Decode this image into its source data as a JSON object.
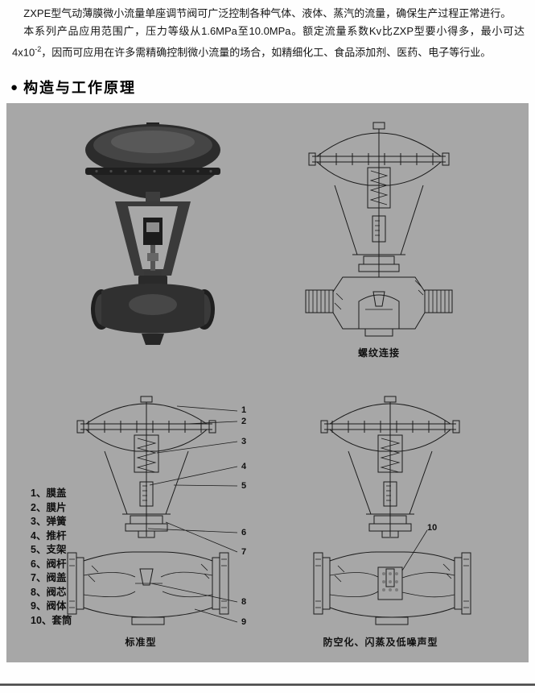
{
  "intro": {
    "p1": "ZXPE型气动薄膜微小流量单座调节阀可广泛控制各种气体、液体、蒸汽的流量，确保生产过程正常进行。",
    "p2_pre": "本系列产品应用范围广，压力等级从1.6MPa至10.0MPa。额定流量系数Kv比ZXP型要小得多，最小可达4x10",
    "p2_sup": "-2",
    "p2_post": "，因而可应用在许多需精确控制微小流量的场合，如精细化工、食品添加剂、医药、电子等行业。"
  },
  "section": {
    "bullet": "●",
    "title": "构造与工作原理"
  },
  "figures": {
    "threaded_caption": "螺纹连接",
    "standard_caption": "标准型",
    "low_noise_caption": "防空化、闪蒸及低噪声型"
  },
  "parts_list": [
    "1、膜盖",
    "2、膜片",
    "3、弹簧",
    "4、推杆",
    "5、支架",
    "6、阀杆",
    "7、阀盖",
    "8、阀芯",
    "9、阀体",
    "10、套筒"
  ],
  "callouts": {
    "standard": [
      "1",
      "2",
      "3",
      "4",
      "5",
      "6",
      "7",
      "8",
      "9"
    ],
    "low_noise": [
      "10"
    ]
  },
  "colors": {
    "panel_bg": "#a7a7a7",
    "line": "#1b1b1b"
  }
}
